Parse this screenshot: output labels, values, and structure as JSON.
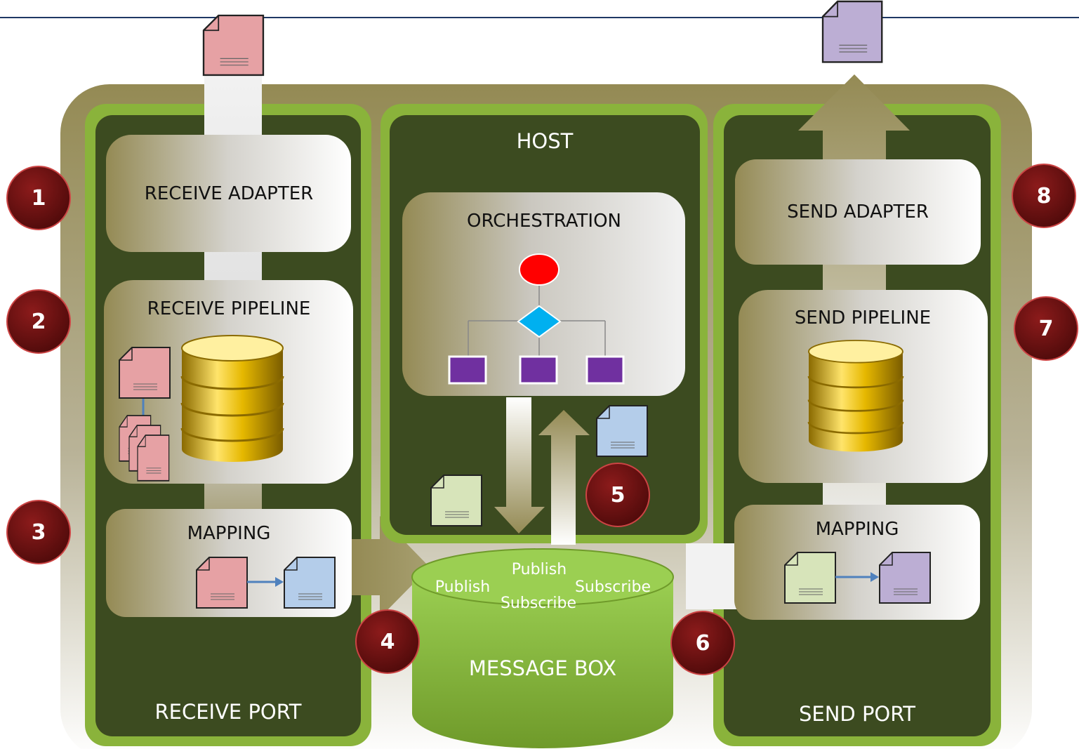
{
  "diagram": {
    "host_title": "HOST",
    "receive_port": {
      "title": "RECEIVE PORT",
      "adapter": "RECEIVE ADAPTER",
      "pipeline": "RECEIVE PIPELINE",
      "mapping": "MAPPING"
    },
    "orchestration": {
      "title": "ORCHESTRATION"
    },
    "message_box": {
      "title": "MESSAGE BOX",
      "labels": [
        "Publish",
        "Publish",
        "Subscribe",
        "Subscribe"
      ]
    },
    "send_port": {
      "title": "SEND PORT",
      "adapter": "SEND ADAPTER",
      "pipeline": "SEND PIPELINE",
      "mapping": "MAPPING"
    },
    "steps": [
      "1",
      "2",
      "3",
      "4",
      "5",
      "6",
      "7",
      "8"
    ]
  },
  "colors": {
    "outer_frame": "#948a54",
    "port_fill": "#3c4b20",
    "port_border": "#8ab33b",
    "message_box": "#86b63a",
    "badge": "#6b0f0f",
    "doc_red": "#e6a1a4",
    "doc_blue": "#b4cdea",
    "doc_green": "#d7e4ba",
    "doc_purple": "#bcaed4",
    "orch_shape": "#7030a0",
    "orch_start": "#ff0000",
    "orch_decision": "#00b0f0",
    "connector_arrow": "#4f81bd"
  }
}
